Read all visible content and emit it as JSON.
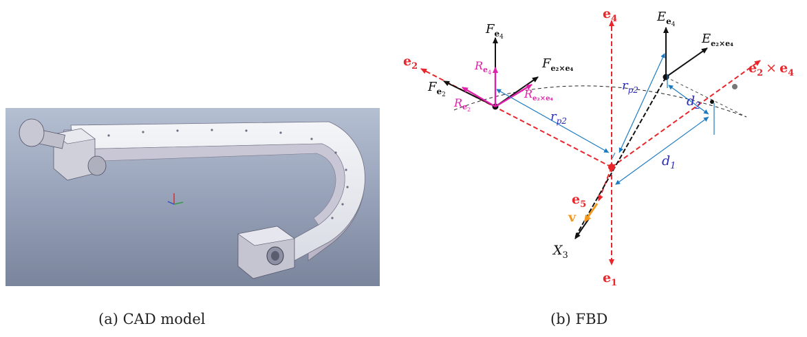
{
  "captions": {
    "cad": "(a) CAD model",
    "fbd": "(b) FBD"
  },
  "colors": {
    "axis_red": "#e8262b",
    "force_black": "#111111",
    "reaction_magenta": "#e020a8",
    "dimension_blue": "#1b7ac2",
    "dimension_text": "#2a2ab8",
    "velocity_orange": "#f29a1f",
    "cad_bg_top": "#aab4c8",
    "cad_bg_bottom": "#7f8aa1"
  },
  "fbd": {
    "axes": {
      "e1": "e",
      "e1_sub": "1",
      "e2": "e",
      "e2_sub": "2",
      "e4": "e",
      "e4_sub": "4",
      "e5": "e",
      "e5_sub": "5",
      "e2xe4_a": "e",
      "e2xe4_a_sub": "2",
      "e2xe4_op": "×",
      "e2xe4_b": "e",
      "e2xe4_b_sub": "4"
    },
    "forces": {
      "F_e4": "F",
      "F_e4_sub": "e",
      "F_e4_subsub": "4",
      "F_e2": "F",
      "F_e2_sub": "e",
      "F_e2_subsub": "2",
      "F_e2xe4": "F",
      "F_e2xe4_sub": "e₂×e₄",
      "E_e4": "E",
      "E_e4_sub": "e",
      "E_e4_subsub": "4",
      "E_e2xe4": "E",
      "E_e2xe4_sub": "e₂×e₄"
    },
    "reactions": {
      "R_e4": "R",
      "R_e4_sub": "e",
      "R_e4_subsub": "4",
      "R_e2": "R",
      "R_e2_sub": "e",
      "R_e2_subsub": "2",
      "R_e2xe4": "R",
      "R_e2xe4_sub": "e₂×e₄"
    },
    "dimensions": {
      "rp2_left": "r",
      "rp2_left_sub": "p2",
      "rp2_right": "r",
      "rp2_right_sub": "p2",
      "d1": "d",
      "d1_sub": "1",
      "d2": "d",
      "d2_sub": "2"
    },
    "other": {
      "v": "v",
      "X3": "X",
      "X3_sub": "3"
    }
  }
}
